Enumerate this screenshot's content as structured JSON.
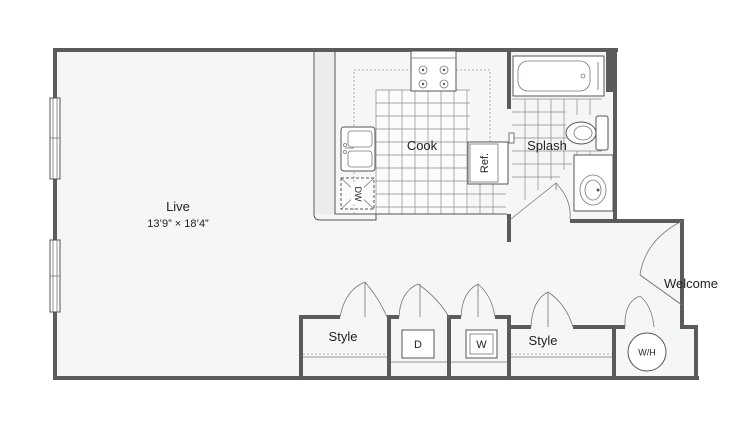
{
  "rooms": {
    "live": {
      "label": "Live",
      "dimensions": "13’9” × 18’4”"
    },
    "cook": {
      "label": "Cook"
    },
    "splash": {
      "label": "Splash"
    },
    "welcome": {
      "label": "Welcome"
    },
    "style_left": {
      "label": "Style"
    },
    "style_right": {
      "label": "Style"
    }
  },
  "fixtures": {
    "refrigerator": "Ref.",
    "dishwasher": "DW",
    "dryer": "D",
    "washer": "W",
    "water_heater": "W/H"
  },
  "colors": {
    "wall": "#5b5b5b",
    "floor": "#f5f6f6",
    "background": "#ffffff"
  }
}
